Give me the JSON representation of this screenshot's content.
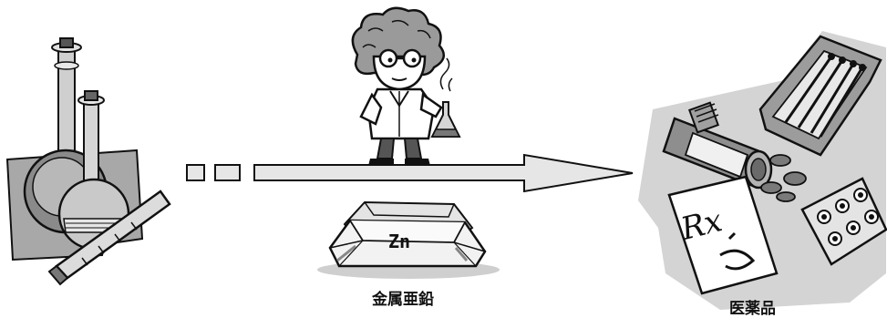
{
  "labels": {
    "zinc_symbol": "Zn",
    "zinc_name": "金属亜鉛",
    "medicine": "医薬品",
    "prescription_mark": "Rx"
  },
  "colors": {
    "ink": "#111111",
    "shadow_gray": "#9a9a9a",
    "light_gray": "#d8d8d8",
    "mid_gray": "#b0b0b0",
    "dark_gray": "#555555",
    "arrow_fill": "#e6e6e6"
  },
  "icons": {
    "left": "glass-flasks-icon",
    "top": "scientist-icon",
    "middle": "zinc-ingot-icon",
    "right": "medicines-icon"
  }
}
